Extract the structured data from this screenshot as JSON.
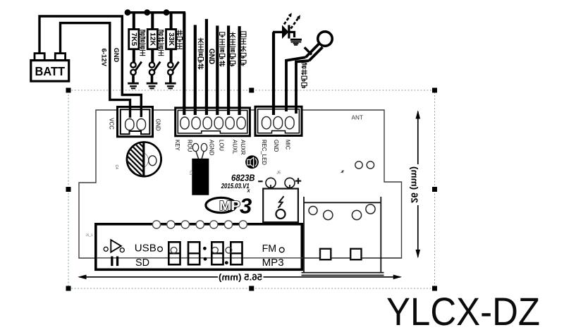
{
  "model": "YLCX-DZ",
  "colors": {
    "ink": "#000000",
    "board_line": "#3d3d3d",
    "selection": "#74a2a2"
  },
  "battery": {
    "label": "BATT",
    "power_wire_label": "6-12V",
    "ground_wire_label": "GND"
  },
  "key_resistors": [
    {
      "value": "7K5",
      "label": "长按录音"
    },
    {
      "value": "12K",
      "label": "播放录音"
    },
    {
      "value": "33K",
      "label": "警报音"
    }
  ],
  "audio_wires": {
    "left_out": "左音频输出",
    "gnd": "GND",
    "right_out": "右音频输出",
    "left_in": "左音频输入",
    "aux_in": "外音源输入"
  },
  "mic_wire_label": "话筒输入",
  "connectors": {
    "power": {
      "labels": [
        "VCC",
        "GND"
      ]
    },
    "signal": {
      "labels": [
        "KEY",
        "ROU",
        "AGND",
        "LOU",
        "AUXL",
        "AUXR"
      ]
    },
    "mic": {
      "labels": [
        "REC_LED",
        "GND",
        "MIC"
      ]
    }
  },
  "board": {
    "antenna": "ANT",
    "chip": "6823B",
    "version": "2015.03.V1",
    "version_sub": "x",
    "logo_mp": "MP",
    "logo_3": "3",
    "ref_c1": "C1",
    "ref_c4": "C4",
    "ref_j5": "J5",
    "ref_j1": "J1_1"
  },
  "display": {
    "usb": "USB",
    "sd": "SD",
    "fm": "FM",
    "mp3": "MP3"
  },
  "dimensions": {
    "width": "56.5 (mm)",
    "height": "26 (mm)"
  }
}
